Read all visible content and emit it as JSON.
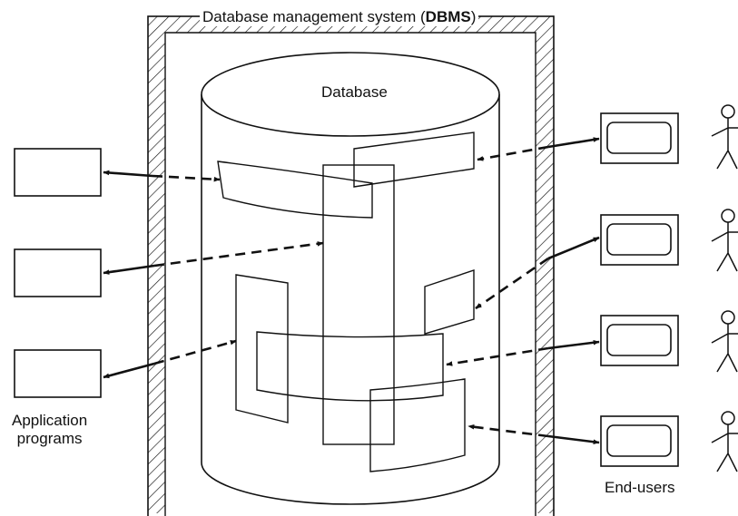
{
  "labels": {
    "dbms_prefix": "Database management system (",
    "dbms_abbr": "DBMS",
    "dbms_suffix": ")",
    "database": "Database",
    "application_programs_line1": "Application",
    "application_programs_line2": "programs",
    "end_users": "End-users"
  },
  "application_programs": [
    {
      "id": "app-1"
    },
    {
      "id": "app-2"
    },
    {
      "id": "app-3"
    }
  ],
  "end_user_terminals": [
    {
      "id": "terminal-1"
    },
    {
      "id": "terminal-2"
    },
    {
      "id": "terminal-3"
    },
    {
      "id": "terminal-4"
    }
  ],
  "connections": {
    "line_style_near_program": "solid",
    "line_style_inside_dbms": "dashed",
    "arrowheads": "both-ends"
  },
  "colors": {
    "ink": "#111111",
    "background": "#ffffff"
  }
}
